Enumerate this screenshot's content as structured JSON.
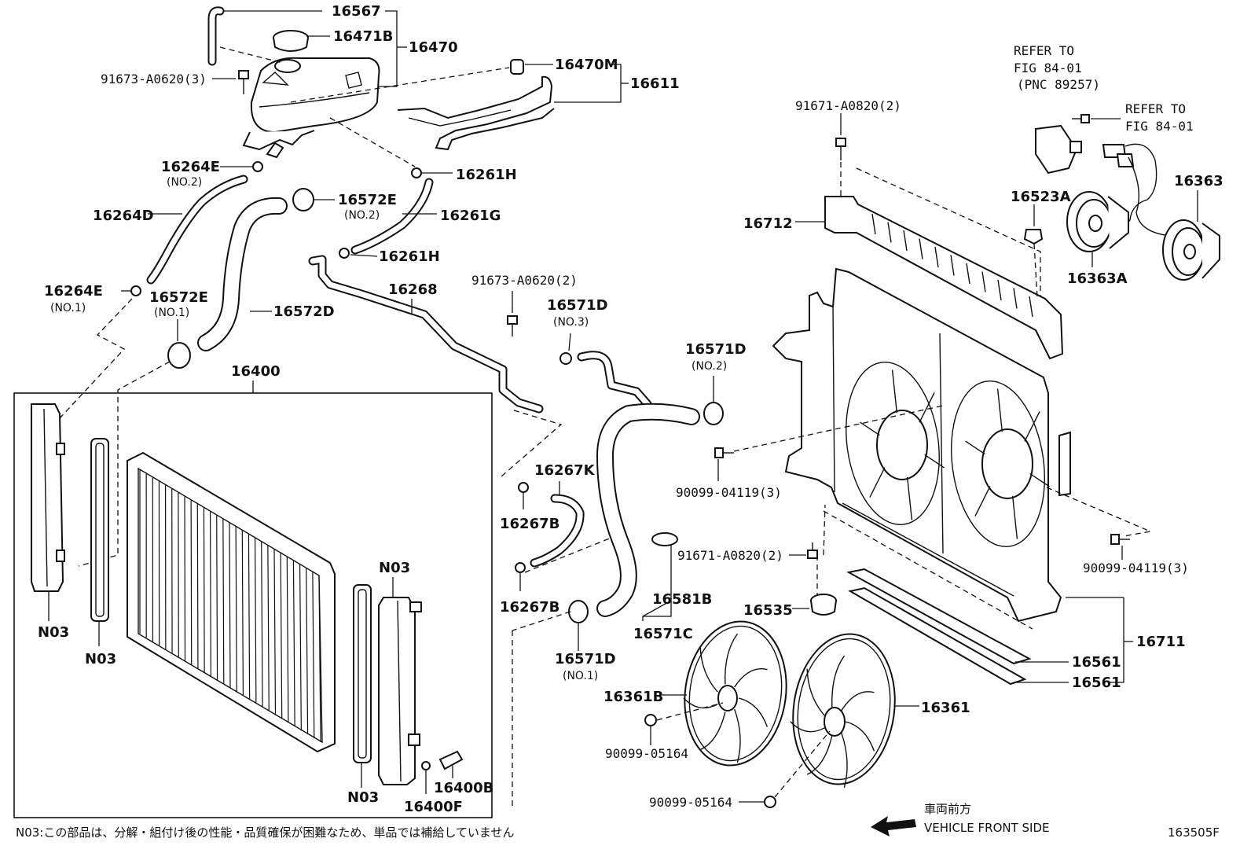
{
  "labels": {
    "p16567": "16567",
    "p16471B": "16471B",
    "p16470": "16470",
    "p91673_a": "91673-A0620(3)",
    "p16470M": "16470M",
    "p16611": "16611",
    "p16264E_2": "16264E",
    "p16264E_2_sub": "(NO.2)",
    "p16261H_a": "16261H",
    "p16264D": "16264D",
    "p16572E_2": "16572E",
    "p16572E_2_sub": "(NO.2)",
    "p16261G": "16261G",
    "p16261H_b": "16261H",
    "p16264E_1": "16264E",
    "p16264E_1_sub": "(NO.1)",
    "p16572E_1": "16572E",
    "p16572E_1_sub": "(NO.1)",
    "p16572D": "16572D",
    "p16268": "16268",
    "p91673_b": "91673-A0620(2)",
    "p16571D_3": "16571D",
    "p16571D_3_sub": "(NO.3)",
    "p16571D_2": "16571D",
    "p16571D_2_sub": "(NO.2)",
    "p16400": "16400",
    "p16267K": "16267K",
    "p16267B_a": "16267B",
    "p16267B_b": "16267B",
    "pN03_a": "N03",
    "pN03_b": "N03",
    "pN03_c": "N03",
    "pN03_d": "N03",
    "p16571D_1": "16571D",
    "p16571D_1_sub": "(NO.1)",
    "p16400B": "16400B",
    "p16400F": "16400F",
    "p16581B": "16581B",
    "p16571C": "16571C",
    "p91671_a": "91671-A0820(2)",
    "p91671_b": "91671-A0820(2)",
    "p16712": "16712",
    "p16523A": "16523A",
    "p16363": "16363",
    "p16363A": "16363A",
    "p90099_a": "90099-04119(3)",
    "p90099_b": "90099-04119(3)",
    "p16535": "16535",
    "p16711": "16711",
    "p16561_a": "16561",
    "p16561_b": "16561",
    "p16361B": "16361B",
    "p16361": "16361",
    "p90099_c": "90099-05164",
    "p90099_d": "90099-05164",
    "ref1_l1": "REFER TO",
    "ref1_l2": "FIG 84-01",
    "ref1_l3": "(PNC 89257)",
    "ref2_l1": "REFER TO",
    "ref2_l2": "FIG 84-01"
  },
  "footer": {
    "note": "N03:この部品は、分解・組付け後の性能・品質確保が困難なため、単品では補給していません",
    "front_jp": "車両前方",
    "front_en": "VEHICLE FRONT SIDE",
    "figure_id": "163505F"
  }
}
